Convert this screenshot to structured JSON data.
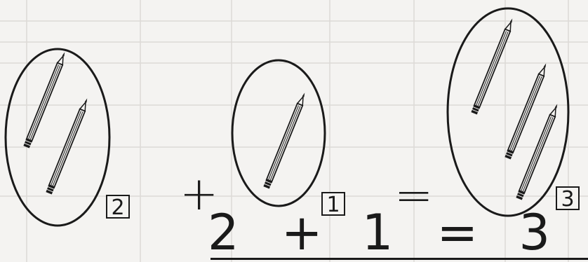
{
  "groups": [
    {
      "count_label": "2",
      "pencils": 2
    },
    {
      "count_label": "1",
      "pencils": 1
    },
    {
      "count_label": "3",
      "pencils": 3
    }
  ],
  "top_plus": "+",
  "top_equals": "=",
  "equation": {
    "a": "2",
    "plus": "+",
    "b": "1",
    "equals": "=",
    "result": "3"
  },
  "icon": "pencil-icon"
}
